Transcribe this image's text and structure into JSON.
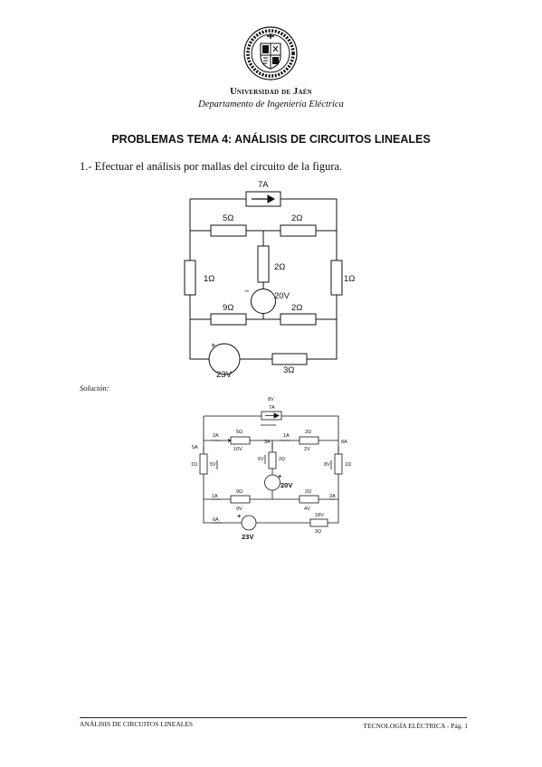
{
  "header": {
    "university": "Universidad de Jaén",
    "department": "Departamento de Ingeniería Eléctrica"
  },
  "title": "PROBLEMAS TEMA 4: ANÁLISIS DE CIRCUITOS LINEALES",
  "problem": "1.- Efectuar el análisis por mallas del circuito de la figura.",
  "circuit": {
    "source_top": "7A",
    "r_top_left": "5Ω",
    "r_top_right": "2Ω",
    "r_left": "1Ω",
    "r_right": "1Ω",
    "r_center": "2Ω",
    "v_center": "20V",
    "r_mid_left": "9Ω",
    "r_mid_right": "2Ω",
    "v_bottom": "23V",
    "r_bottom": "3Ω",
    "plus": "+",
    "minus": "−"
  },
  "solution_label": "Solución:",
  "solution": {
    "v_source_top": "8V",
    "i_source_top": "7A",
    "r_top_left": "5Ω",
    "r_top_right": "2Ω",
    "i_top_left": "2A",
    "i_top_right": "1A",
    "i_center": "3A",
    "v_top_left": "10V",
    "v_top_right": "2V",
    "i_left": "5A",
    "r_left": "1Ω",
    "v_left": "5V",
    "r_center": "2Ω",
    "v_r_center": "6V",
    "i_right": "8A",
    "v_right": "8V",
    "r_right": "1Ω",
    "v_center": "20V",
    "i_mid_left": "1A",
    "r_mid_left": "9Ω",
    "v_mid_left": "9V",
    "r_mid_right": "2Ω",
    "v_mid_right": "4V",
    "i_mid_right": "2A",
    "i_bottom": "6A",
    "v_r_bottom": "18V",
    "r_bottom": "3Ω",
    "v_bottom": "23V",
    "plus": "+"
  },
  "footer": {
    "left": "ANÁLISIS DE CIRCUITOS LINEALES",
    "right": "TECNOLOGÍA ELÉCTRICA - Pág. 1"
  }
}
